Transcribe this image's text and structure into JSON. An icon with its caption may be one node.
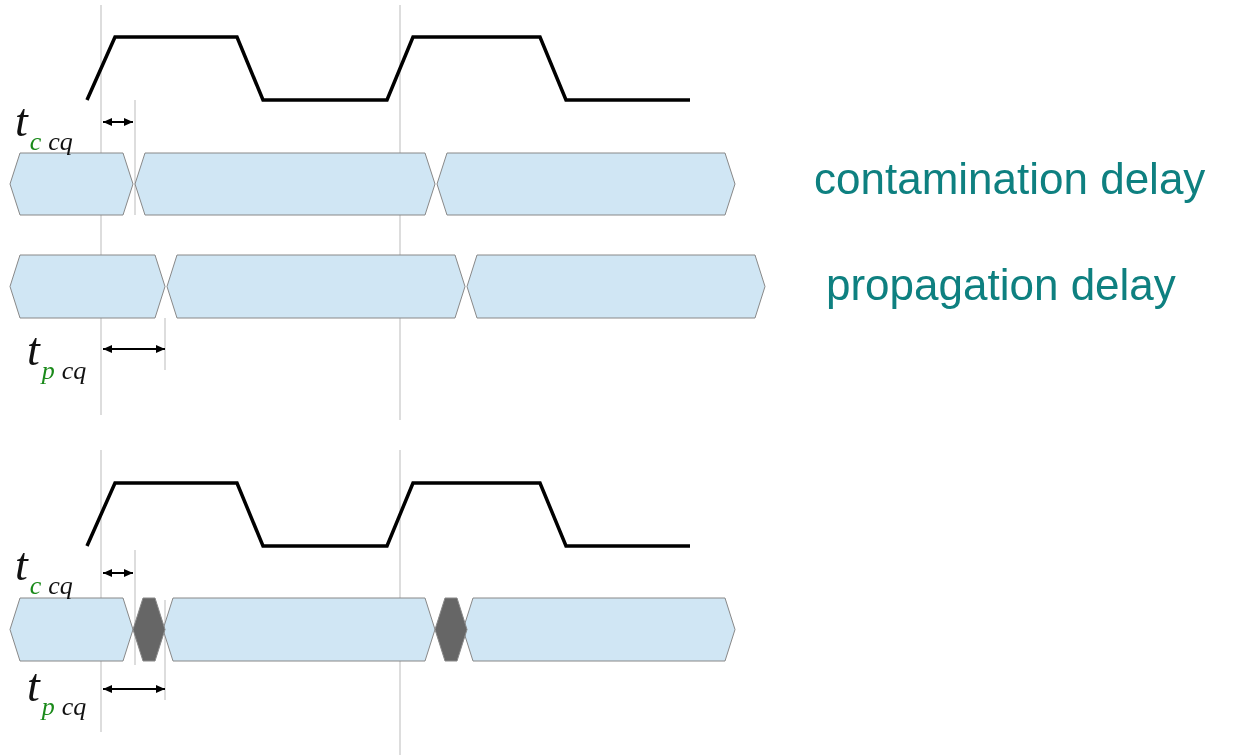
{
  "diagram": {
    "labels": [
      "t$_{c}$$_{cq}$",
      "contamination delay",
      "propagation delay",
      "t$_{p}$$_{cq}$",
      "t$_{c}$$_{cq}$",
      "t$_{p}$$_{cq}$"
    ]
  }
}
